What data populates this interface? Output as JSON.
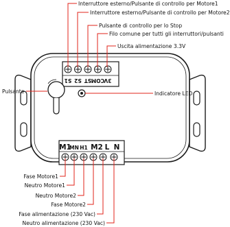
{
  "colors": {
    "callout_line": "#e2231a",
    "outline": "#1a1a1a",
    "body_fill": "#ffffff"
  },
  "top_labels": [
    "Interruttore esterno/Pulsante di controllo per Motore1",
    "Interruttore esterno/Pulsante di controllo per Motore2",
    "Pulsante di controllo per lo Stop",
    "Filo comune per tutti gli interruttori/pulsanti",
    "Uscita alimentazione 3.3V"
  ],
  "side_labels": {
    "button": "Pulsante",
    "led": "Indicatore LED"
  },
  "top_terminals": [
    "S1",
    "S2",
    "ST",
    "COM",
    "3V"
  ],
  "bottom_terminals": [
    "M1",
    "MN",
    "H1",
    "M2",
    "L",
    "N"
  ],
  "bottom_labels": [
    "Fase Motore1",
    "Neutro Motore1",
    "Neutro Motore2",
    "Fase Motore2",
    "Fase alimentazione (230 Vac)",
    "Neutro alimentazione (230 Vac)"
  ],
  "icons": {
    "led": "led-indicator-icon",
    "button": "push-button-icon",
    "screw": "terminal-screw-icon"
  }
}
